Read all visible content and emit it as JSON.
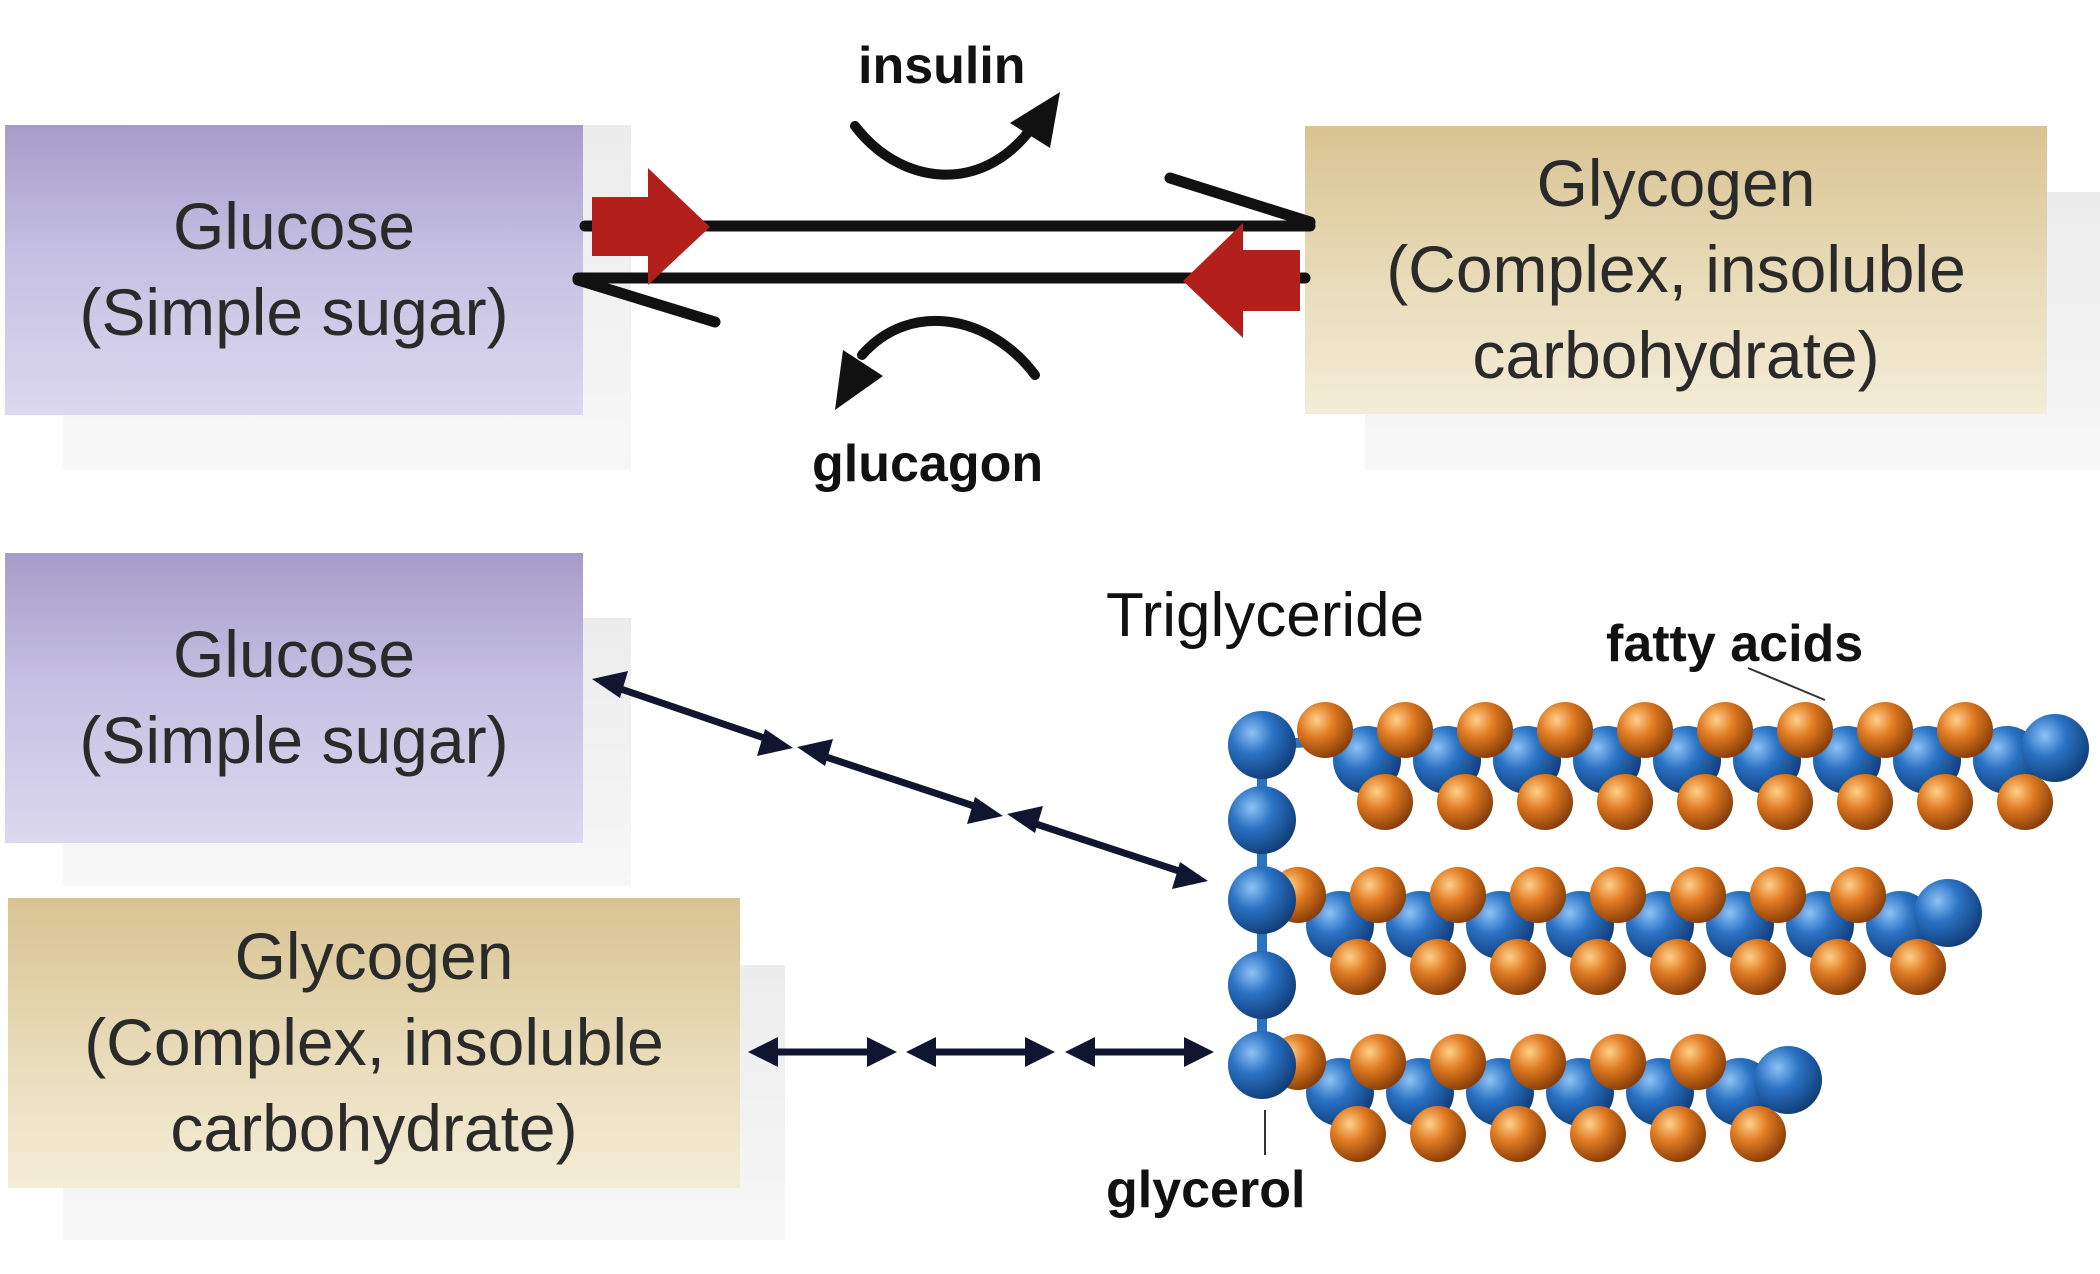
{
  "top": {
    "glucose_box": {
      "line1": "Glucose",
      "line2": "(Simple sugar)"
    },
    "glycogen_box": {
      "line1": "Glycogen",
      "line2": "(Complex, insoluble",
      "line3": "carbohydrate)"
    },
    "forward_hormone": "insulin",
    "reverse_hormone": "glucagon"
  },
  "bottom": {
    "glucose_box": {
      "line1": "Glucose",
      "line2": "(Simple sugar)"
    },
    "glycogen_box": {
      "line1": "Glycogen",
      "line2": "(Complex, insoluble",
      "line3": "carbohydrate)"
    },
    "molecule_title": "Triglyceride",
    "fatty_acids_label": "fatty acids",
    "glycerol_label": "glycerol"
  },
  "colors": {
    "glucose_box": "#c6c0e2",
    "glycogen_box": "#e9dcba",
    "red_arrow": "#b3201c",
    "arrow_line": "#111111",
    "double_arrow": "#101530",
    "blue_atom": "#2a72c4",
    "orange_atom": "#e07a22"
  }
}
